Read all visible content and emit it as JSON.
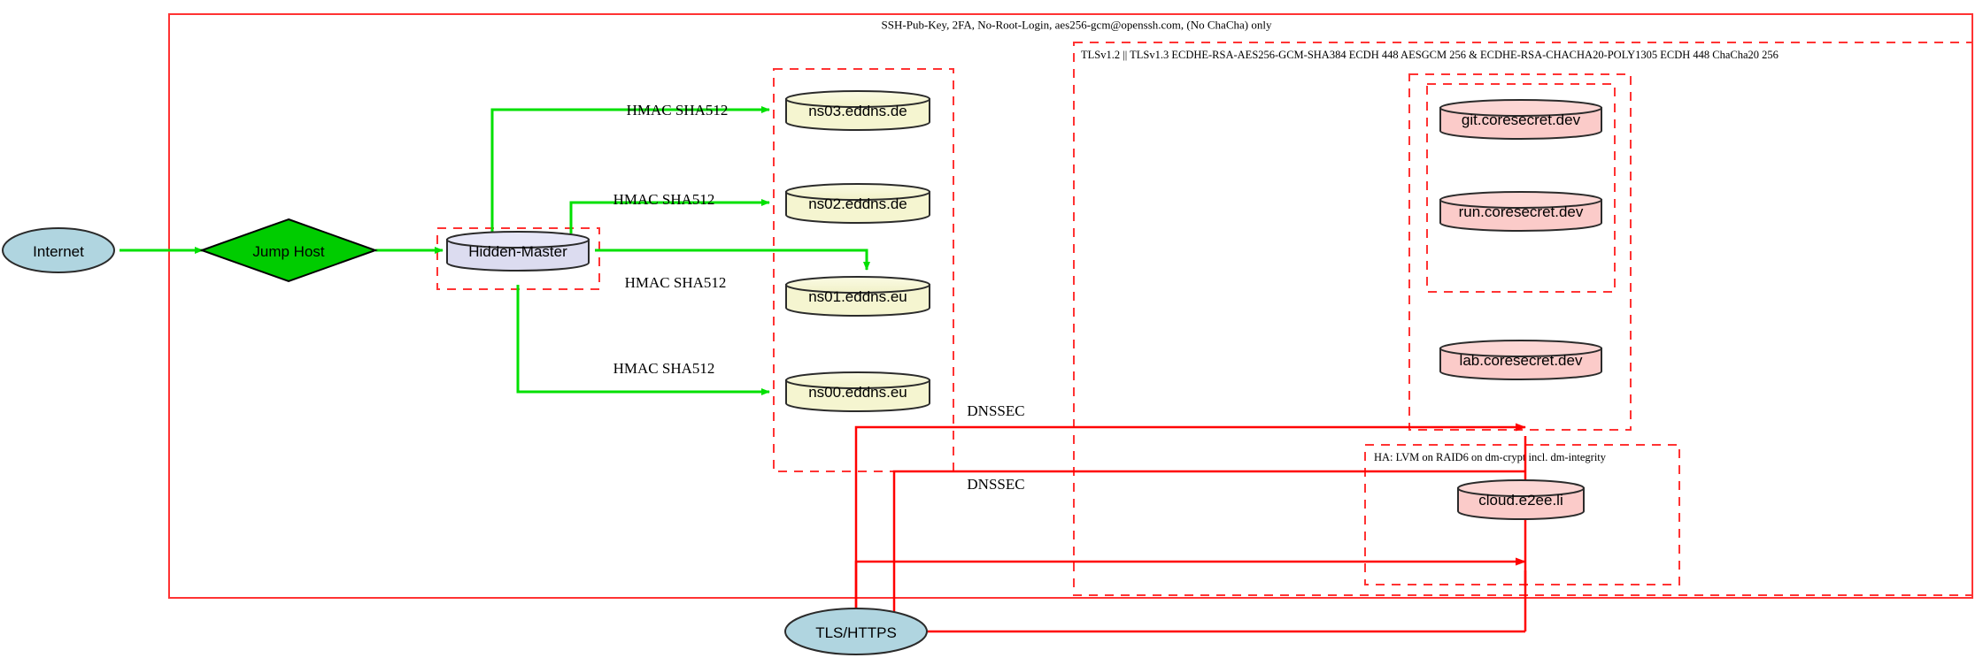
{
  "diagram": {
    "title_top": "SSH-Pub-Key, 2FA, No-Root-Login, aes256-gcm@openssh.com, (No ChaCha) only",
    "label_tls": "TLSv1.2 || TLSv1.3 ECDHE-RSA-AES256-GCM-SHA384 ECDH 448 AESGCM 256 & ECDHE-RSA-CHACHA20-POLY1305 ECDH 448 ChaCha20 256",
    "label_ha": "HA: LVM on RAID6 on dm-crypt incl. dm-integrity"
  },
  "colors": {
    "boundary": "#ff3333",
    "cluster_dash": "#ff3333",
    "edge_green": "#00e000",
    "edge_red": "#ff0000",
    "fill_internet": "#b0d5e0",
    "fill_jumphost": "#00cc00",
    "fill_hidden_master": "#dcdcf0",
    "fill_dns": "#f5f5d0",
    "fill_service": "#fbcbc9",
    "stroke_node": "#2b2b2b"
  },
  "nodes": {
    "internet": "Internet",
    "jump_host": "Jump Host",
    "hidden_master": "Hidden-Master",
    "ns03": "ns03.eddns.de",
    "ns02": "ns02.eddns.de",
    "ns01": "ns01.eddns.eu",
    "ns00": "ns00.eddns.eu",
    "git": "git.coresecret.dev",
    "run": "run.coresecret.dev",
    "lab": "lab.coresecret.dev",
    "cloud": "cloud.e2ee.li",
    "tls_https": "TLS/HTTPS"
  },
  "edge_labels": {
    "hmac_ns03": "HMAC SHA512",
    "hmac_ns02": "HMAC SHA512",
    "hmac_ns01": "HMAC SHA512",
    "hmac_ns00": "HMAC SHA512",
    "dnssec_1": "DNSSEC",
    "dnssec_2": "DNSSEC"
  }
}
